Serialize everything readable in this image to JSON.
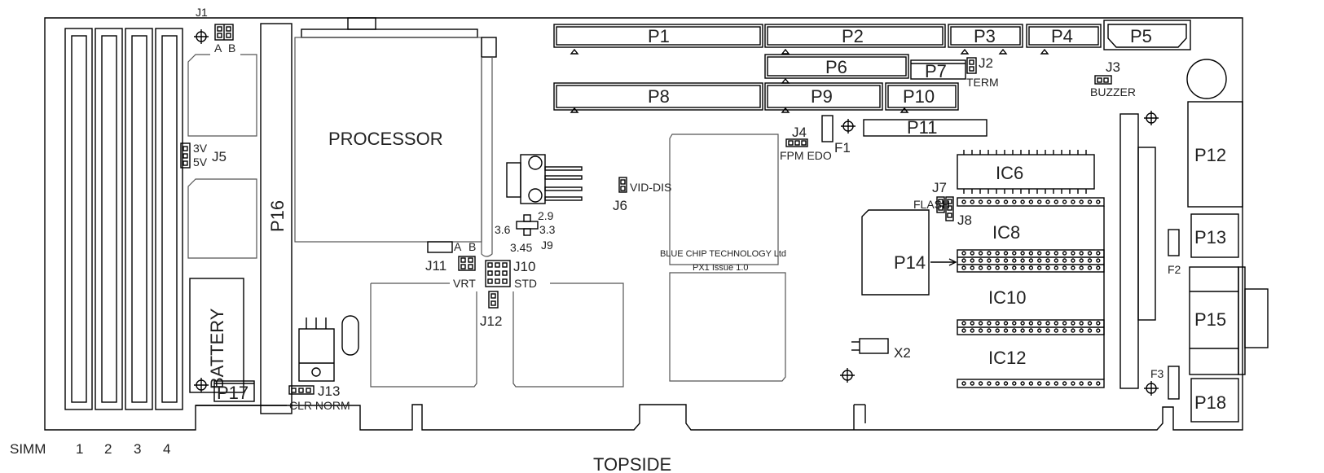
{
  "board": {
    "simm_label": "SIMM",
    "simm_slots": [
      "1",
      "2",
      "3",
      "4"
    ],
    "topside_label": "TOPSIDE",
    "manufacturer": "BLUE CHIP TECHNOLOGY Ltd",
    "issue": "PX1 Issue 1.0"
  },
  "components": {
    "processor": "PROCESSOR",
    "battery": "BATTERY",
    "p16": "P16",
    "p17": "P17",
    "p1": "P1",
    "p2": "P2",
    "p3": "P3",
    "p4": "P4",
    "p5": "P5",
    "p6": "P6",
    "p7": "P7",
    "p8": "P8",
    "p9": "P9",
    "p10": "P10",
    "p11": "P11",
    "p12": "P12",
    "p13": "P13",
    "p14": "P14",
    "p15": "P15",
    "p18": "P18",
    "ic6": "IC6",
    "ic8": "IC8",
    "ic10": "IC10",
    "ic12": "IC12",
    "x2": "X2",
    "f1": "F1",
    "f2": "F2",
    "f3": "F3"
  },
  "jumpers": {
    "j1": {
      "label": "J1",
      "a": "A",
      "b": "B"
    },
    "j2": {
      "label": "J2",
      "note": "TERM"
    },
    "j3": {
      "label": "J3",
      "note": "BUZZER"
    },
    "j4": {
      "label": "J4",
      "note": "FPM EDO"
    },
    "j5": {
      "label": "J5",
      "top": "3V",
      "bottom": "5V"
    },
    "j6": {
      "label": "J6",
      "note": "VID-DIS"
    },
    "j7": {
      "label": "J7",
      "note": "FLASH"
    },
    "j8": {
      "label": "J8"
    },
    "j9": {
      "label": "J9",
      "top": "2.9",
      "left": "3.6",
      "right": "3.3",
      "bottom": "3.45"
    },
    "j10": {
      "label": "J10",
      "note": "STD",
      "a": "A",
      "b": "B"
    },
    "j11": {
      "label": "J11",
      "note": "VRT"
    },
    "j12": {
      "label": "J12"
    },
    "j13": {
      "label": "J13",
      "note": "CLR NORM"
    }
  }
}
